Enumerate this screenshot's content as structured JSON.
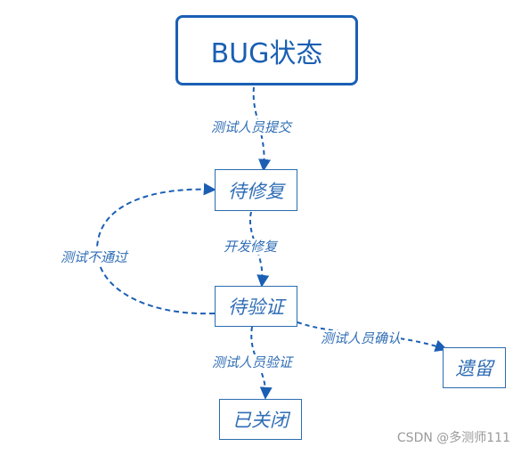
{
  "title": "BUG状态",
  "states": {
    "pending_fix": "待修复",
    "pending_verify": "待验证",
    "closed": "已关闭",
    "legacy": "遗留"
  },
  "transitions": {
    "tester_submit": "测试人员提交",
    "dev_fix": "开发修复",
    "test_fail": "测试不通过",
    "tester_verify": "测试人员验证",
    "tester_confirm": "测试人员确认"
  },
  "watermark": "CSDN @多测师111",
  "colors": {
    "primary": "#1a5fb4",
    "text": "#2f6db5",
    "watermark": "#9a9a9a"
  }
}
